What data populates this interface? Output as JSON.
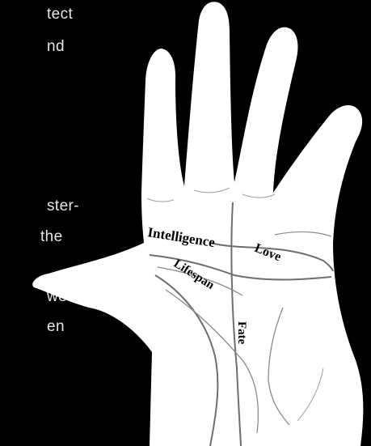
{
  "background_text": {
    "line1": "tect",
    "line2": "nd",
    "line3": "ster-",
    "line4": "the",
    "line5": "we",
    "line6": "en"
  },
  "palm_lines": {
    "intelligence": "Intelligence",
    "love": "Love",
    "lifespan": "Lifespan",
    "fate": "Fate"
  },
  "colors": {
    "background": "#000000",
    "hand": "#ffffff",
    "lines": "#6e6e6e",
    "label": "#000000"
  }
}
